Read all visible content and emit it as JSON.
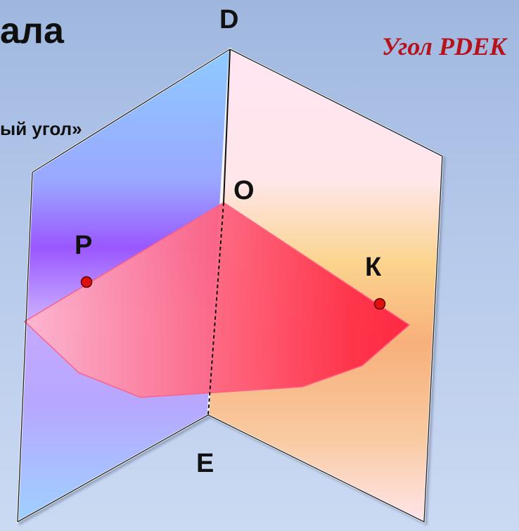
{
  "slide": {
    "title_fragment": "ала",
    "subtitle_fragment": "ый угол»",
    "angle_caption": "Угол PDEK"
  },
  "points": {
    "D": "D",
    "O": "O",
    "P": "P",
    "K": "К",
    "E": "E"
  },
  "colors": {
    "point_fill": "#e01010",
    "caption": "#b5121b",
    "section_plane": "#ff4d6a",
    "left_plane": "#9a8cff",
    "right_plane": "#f7b27a"
  }
}
